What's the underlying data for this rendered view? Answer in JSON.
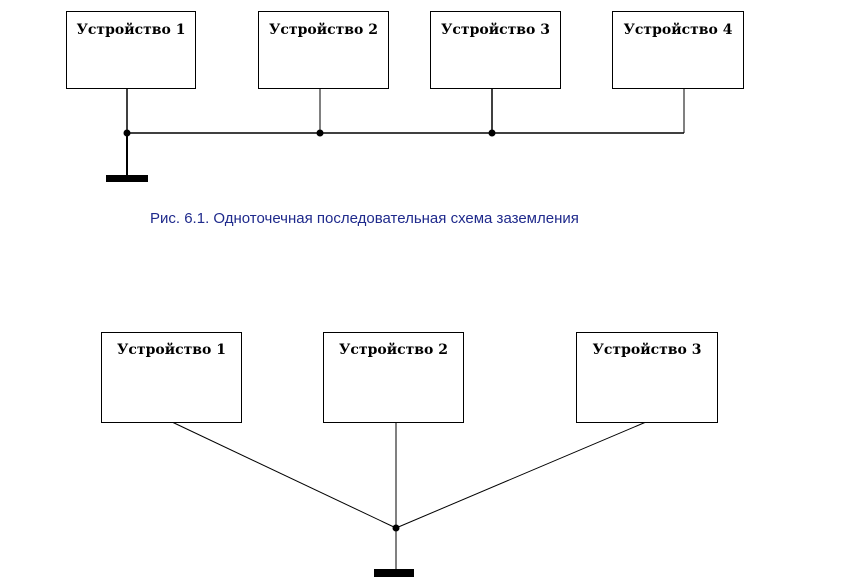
{
  "diagram1": {
    "devices": [
      "Устройство 1",
      "Устройство 2",
      "Устройство 3",
      "Устройство 4"
    ],
    "caption": "Рис. 6.1. Одноточечная последовательная схема заземления"
  },
  "diagram2": {
    "devices": [
      "Устройство 1",
      "Устройство 2",
      "Устройство 3"
    ]
  },
  "colors": {
    "line": "#000000",
    "caption": "#1f2a8c"
  }
}
